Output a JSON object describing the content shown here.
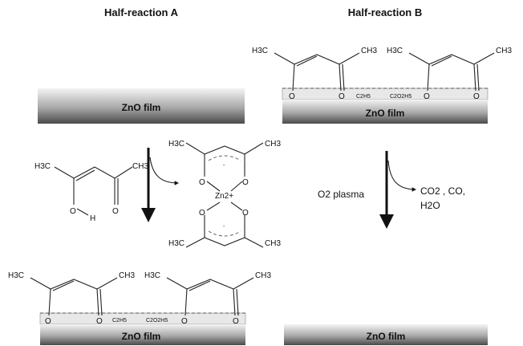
{
  "titles": {
    "half_a": "Half-reaction A",
    "half_b": "Half-reaction B"
  },
  "film": {
    "label": "ZnO film"
  },
  "chem": {
    "methyl": "CH3",
    "methyl_left": "H3C",
    "oxygen": "O",
    "hydroxyl_h": "H",
    "zinc": "Zn2+",
    "minus": "-"
  },
  "surface_species": {
    "ethyl": "C2H5",
    "ethoxy": "C2O2H5"
  },
  "plasma": {
    "reagent": "O2 plasma",
    "products_line1": "CO2 , CO,",
    "products_line2": "H2O"
  },
  "colors": {
    "film_top": "#f2f2f2",
    "film_bottom": "#555555",
    "surface_layer": "#e8e8e8",
    "ink": "#111111"
  }
}
